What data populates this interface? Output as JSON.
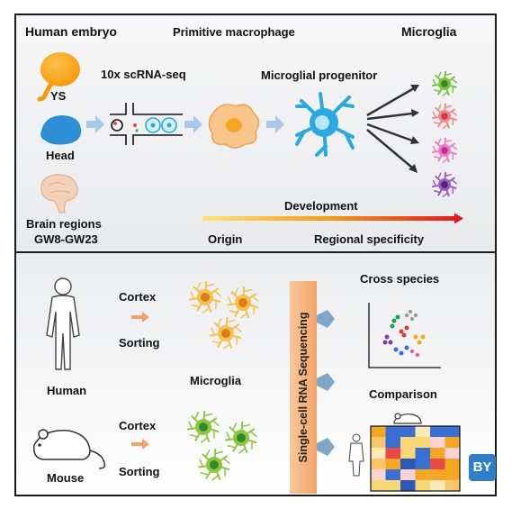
{
  "top_panel": {
    "human_embryo": "Human embryo",
    "primitive_macrophage": "Primitive macrophage",
    "microglia": "Microglia",
    "ys": "YS",
    "seq_method": "10x scRNA-seq",
    "microglial_progenitor": "Microglial progenitor",
    "head": "Head",
    "brain_regions": "Brain regions",
    "gestational_weeks": "GW8-GW23",
    "development": "Development",
    "origin": "Origin",
    "regional_specificity": "Regional specificity"
  },
  "bottom_panel": {
    "cortex_1": "Cortex",
    "sorting_1": "Sorting",
    "human": "Human",
    "microglia": "Microglia",
    "single_cell_rna_seq": "Single-cell RNA Sequencing",
    "cross_species": "Cross species",
    "comparison": "Comparison",
    "cortex_2": "Cortex",
    "sorting_2": "Sorting",
    "mouse": "Mouse"
  },
  "watermark": "BY",
  "colors": {
    "orange": "#f5a623",
    "blue_arrow": "#a9c9ec",
    "progenitor_blue": "#2aa9e0",
    "gradient_start": "#ffd24a",
    "gradient_end": "#e01b1b",
    "yellow_cell": "#f2b630",
    "green_cell": "#7cc242"
  },
  "icons": [
    "yolk-sac-icon",
    "head-icon",
    "brain-icon",
    "droplet-device-icon",
    "macrophage-icon",
    "progenitor-icon",
    "microglia-icon",
    "human-silhouette-icon",
    "mouse-silhouette-icon",
    "scatter-plot-icon",
    "heatmap-icon"
  ]
}
